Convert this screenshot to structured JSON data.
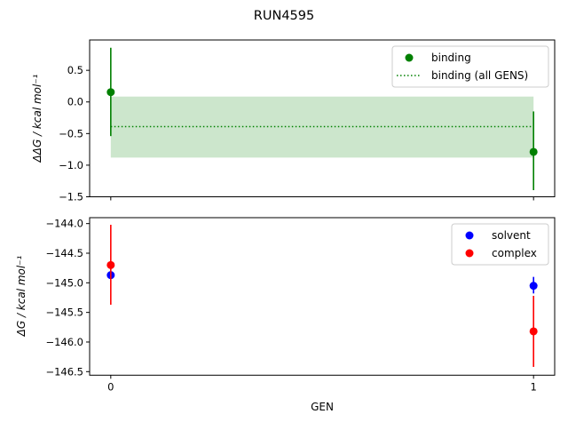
{
  "chart_data": [
    {
      "type": "scatter",
      "suptitle": "RUN4595",
      "ylabel": "ΔΔG / kcal mol⁻¹",
      "xlabel": "",
      "xlim": [
        -0.05,
        1.05
      ],
      "ylim": [
        -1.5,
        0.98
      ],
      "yticks": [
        0.5,
        0.0,
        -0.5,
        -1.0,
        -1.5
      ],
      "ytick_labels": [
        "0.5",
        "0.0",
        "−0.5",
        "−1.0",
        "−1.5"
      ],
      "xticks": [
        0,
        1
      ],
      "legend": "top-right",
      "series": [
        {
          "name": "binding",
          "color": "#008000",
          "x": [
            0,
            1
          ],
          "y": [
            0.155,
            -0.79
          ],
          "yerr_low": [
            -0.54,
            -1.395
          ],
          "yerr_high": [
            0.857,
            -0.15
          ]
        },
        {
          "name": "binding (all GENS)",
          "color": "#008000",
          "style": "dotted",
          "x": [
            0,
            1
          ],
          "y": -0.39,
          "band": [
            -0.88,
            0.085
          ]
        }
      ]
    },
    {
      "type": "scatter",
      "ylabel": "ΔG / kcal mol⁻¹",
      "xlabel": "GEN",
      "xlim": [
        -0.05,
        1.05
      ],
      "ylim": [
        -146.56,
        -143.9
      ],
      "yticks": [
        -144.0,
        -144.5,
        -145.0,
        -145.5,
        -146.0,
        -146.5
      ],
      "ytick_labels": [
        "−144.0",
        "−144.5",
        "−145.0",
        "−145.5",
        "−146.0",
        "−146.5"
      ],
      "xticks": [
        0,
        1
      ],
      "xtick_labels": [
        "0",
        "1"
      ],
      "legend": "top-right",
      "series": [
        {
          "name": "solvent",
          "color": "#0000ff",
          "x": [
            0,
            1
          ],
          "y": [
            -144.87,
            -145.05
          ],
          "yerr_low": [
            -144.9,
            -145.18
          ],
          "yerr_high": [
            -144.84,
            -144.9
          ]
        },
        {
          "name": "complex",
          "color": "#ff0000",
          "x": [
            0,
            1
          ],
          "y": [
            -144.7,
            -145.82
          ],
          "yerr_low": [
            -145.37,
            -146.42
          ],
          "yerr_high": [
            -144.02,
            -145.22
          ]
        }
      ]
    }
  ]
}
